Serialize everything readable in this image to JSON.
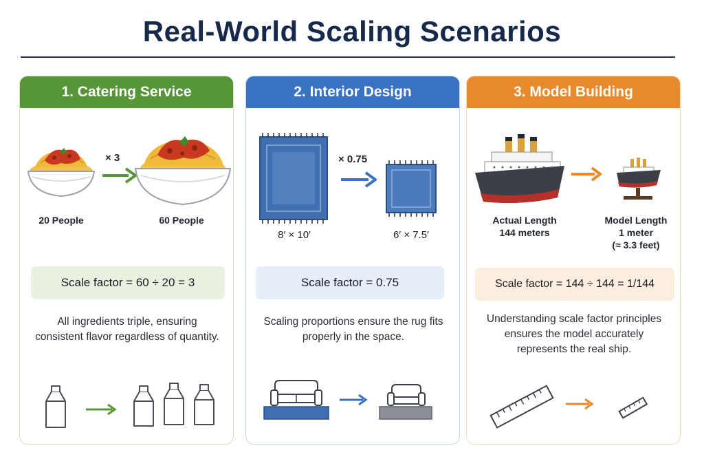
{
  "title": "Real-World Scaling Scenarios",
  "panels": [
    {
      "heading": "1. Catering Service",
      "multiplier": "× 3",
      "left_label": "20 People",
      "right_label": "60 People",
      "formula": "Scale factor = 60 ÷ 20 = 3",
      "description": "All ingredients triple, ensuring consistent flavor regardless of quantity.",
      "accent": "#569638"
    },
    {
      "heading": "2. Interior Design",
      "multiplier": "× 0.75",
      "left_label": "8′ × 10′",
      "right_label": "6′ × 7.5′",
      "formula": "Scale factor = 0.75",
      "description": "Scaling proportions ensure the rug fits properly in the space.",
      "accent": "#3a72c3"
    },
    {
      "heading": "3. Model Building",
      "left_label_line1": "Actual Length",
      "left_label_line2": "144 meters",
      "right_label_line1": "Model Length",
      "right_label_line2": "1 meter",
      "right_label_line3": "(≈ 3.3 feet)",
      "formula": "Scale factor = 144 ÷ 144 = 1/144",
      "description": "Understanding scale factor principles ensures the model accurately represents the real ship.",
      "accent": "#e8892c"
    }
  ]
}
